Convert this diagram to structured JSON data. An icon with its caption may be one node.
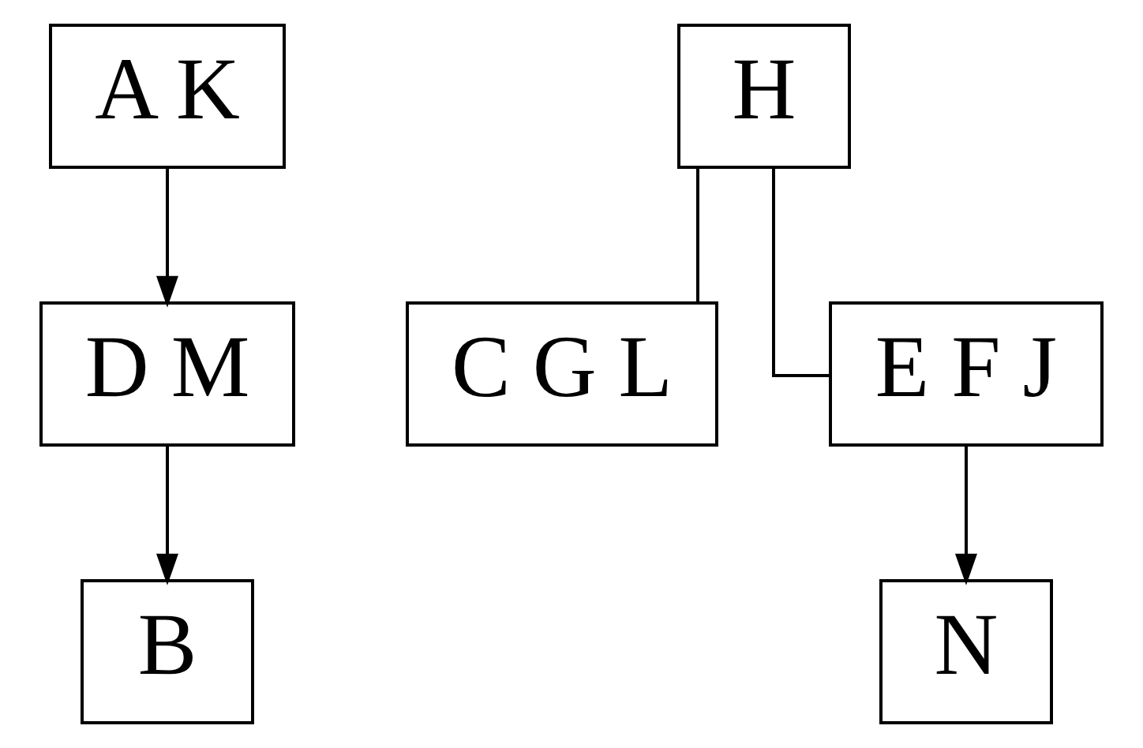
{
  "diagram": {
    "nodes": [
      {
        "text": [
          "A K"
        ]
      },
      {
        "text": [
          "H"
        ]
      },
      {
        "text": [
          "D M"
        ]
      },
      {
        "text": [
          "C G L"
        ]
      },
      {
        "text": [
          "E F J"
        ]
      },
      {
        "text": [
          "B"
        ]
      },
      {
        "text": [
          "N"
        ]
      }
    ],
    "edges": [
      {
        "from": 0,
        "to": 2,
        "arrow": "to"
      },
      {
        "from": 2,
        "to": 5,
        "arrow": "to"
      },
      {
        "from": 1,
        "to": 3,
        "arrow": "none"
      },
      {
        "from": 1,
        "to": 4,
        "arrow": "none"
      },
      {
        "from": 4,
        "to": 6,
        "arrow": "to"
      }
    ]
  }
}
